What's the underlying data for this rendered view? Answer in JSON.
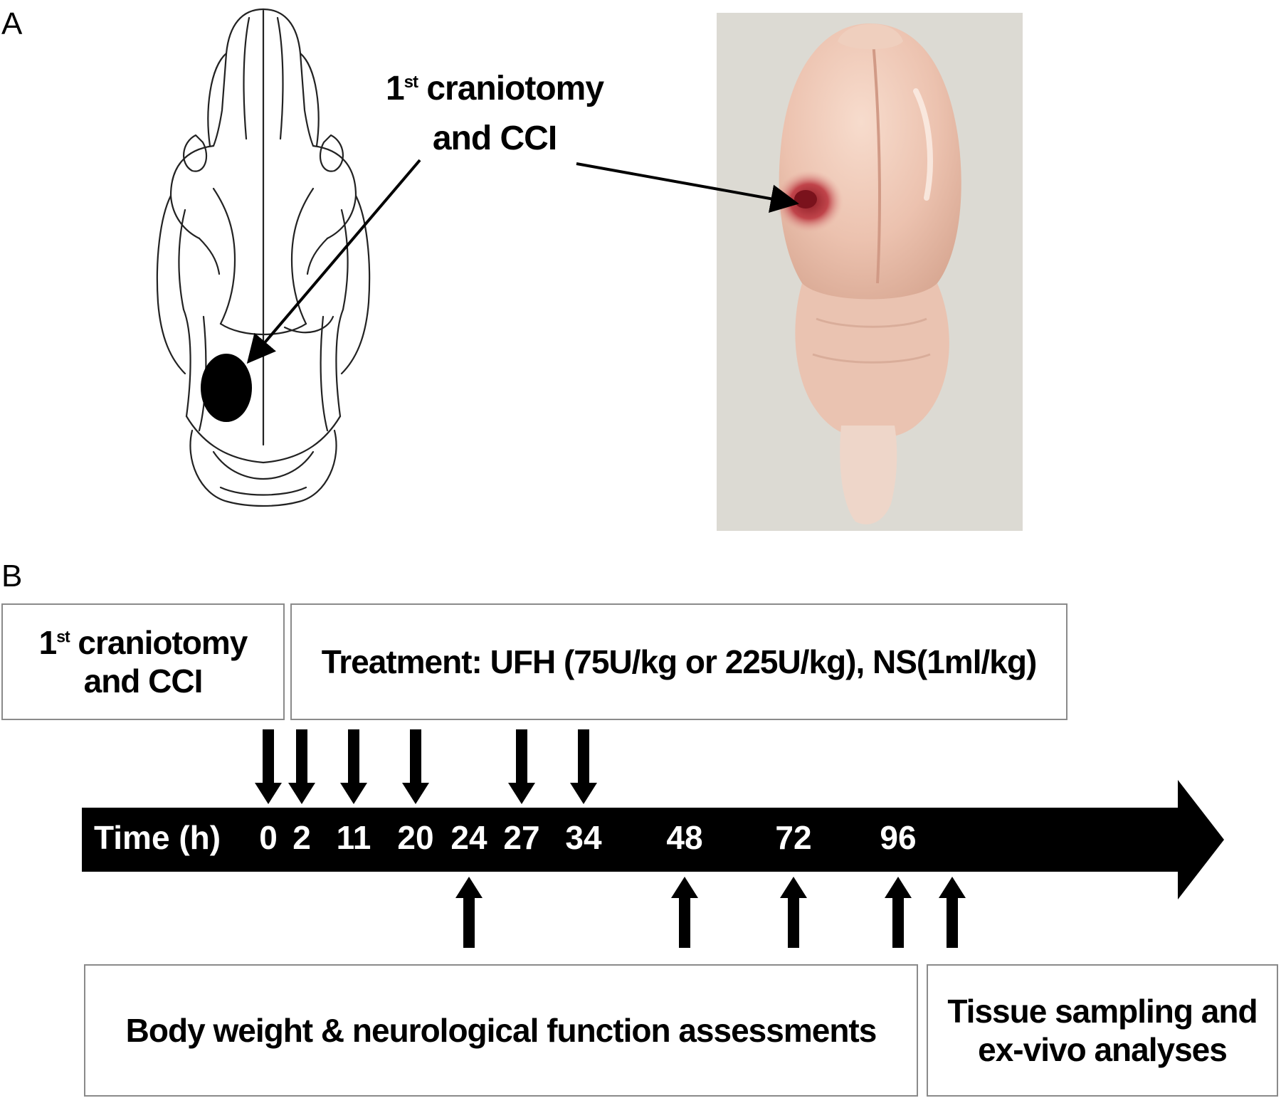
{
  "panel_a": {
    "letter": "A",
    "callout": {
      "sup_prefix": "1",
      "sup": "st",
      "line1_rest": " craniotomy",
      "line2": "and CCI"
    }
  },
  "panel_b": {
    "letter": "B",
    "injury_box": {
      "sup_prefix": "1",
      "sup": "st",
      "line1_rest": " craniotomy",
      "line2": "and CCI"
    },
    "treatment_box": "Treatment: UFH (75U/kg or 225U/kg), NS(1ml/kg)",
    "timeline": {
      "axis_label": "Time (h)",
      "ticks": [
        "0",
        "2",
        "11",
        "20",
        "24",
        "27",
        "34",
        "48",
        "72",
        "96"
      ],
      "treatment_times": [
        0,
        2,
        11,
        20,
        27,
        34
      ],
      "assessment_times": [
        24,
        48,
        72,
        96
      ],
      "sampling_marker": "after 96"
    },
    "assessment_box": "Body weight & neurological function assessments",
    "sampling_box": {
      "line1": "Tissue sampling and",
      "line2": "ex-vivo analyses"
    }
  },
  "colors": {
    "timeline": "#000000",
    "box_border": "#8a8a8a",
    "brain": "#f0c9b8",
    "lesion": "#b4343a"
  }
}
